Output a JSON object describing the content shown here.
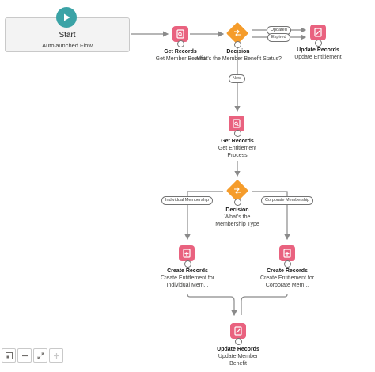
{
  "start": {
    "title": "Start",
    "subtitle": "Autolaunched Flow"
  },
  "nodes": {
    "get_member_benefit": {
      "type": "Get Records",
      "name": "Get Member Benefit"
    },
    "decision_status": {
      "type": "Decision",
      "name": "What's the Member Benefit Status?"
    },
    "update_entitlement": {
      "type": "Update Records",
      "name": "Update Entitlement"
    },
    "get_entitlement_process": {
      "type": "Get Records",
      "name": "Get Entitlement Process"
    },
    "decision_membership": {
      "type": "Decision",
      "name": "What's the Membership Type"
    },
    "create_individual": {
      "type": "Create Records",
      "name": "Create Entitlement for Individual Mem..."
    },
    "create_corporate": {
      "type": "Create Records",
      "name": "Create Entitlement for Corporate Mem..."
    },
    "update_member_benefit": {
      "type": "Update Records",
      "name": "Update Member Benefit"
    }
  },
  "paths": {
    "updated": "Updated",
    "expired": "Expired",
    "new": "New",
    "individual": "Individual Membership",
    "corporate": "Corporate Membership"
  },
  "toolbar": [
    "screenshot-icon",
    "zoom-out-icon",
    "fit-view-icon",
    "zoom-in-icon"
  ],
  "colors": {
    "start": "#3ba3a6",
    "records": "#e9627f",
    "decision": "#f59c2b",
    "connector": "#8a8a8a"
  }
}
